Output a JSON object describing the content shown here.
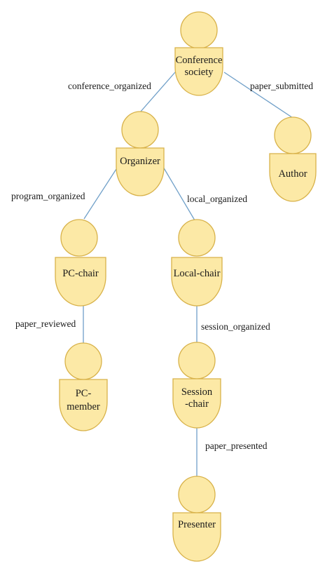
{
  "colors": {
    "actor_fill": "#fce9a6",
    "actor_stroke": "#d8b24a",
    "edge": "#6f9fc8"
  },
  "actors": {
    "conference_society": {
      "line1": "Conference",
      "line2": "society"
    },
    "organizer": {
      "line1": "Organizer"
    },
    "author": {
      "line1": "Author"
    },
    "pc_chair": {
      "line1": "PC-chair"
    },
    "local_chair": {
      "line1": "Local-chair"
    },
    "pc_member": {
      "line1": "PC-",
      "line2": "member"
    },
    "session_chair": {
      "line1": "Session",
      "line2": "-chair"
    },
    "presenter": {
      "line1": "Presenter"
    }
  },
  "relations": {
    "conference_organized": "conference_organized",
    "paper_submitted": "paper_submitted",
    "program_organized": "program_organized",
    "local_organized": "local_organized",
    "paper_reviewed": "paper_reviewed",
    "session_organized": "session_organized",
    "paper_presented": "paper_presented"
  }
}
